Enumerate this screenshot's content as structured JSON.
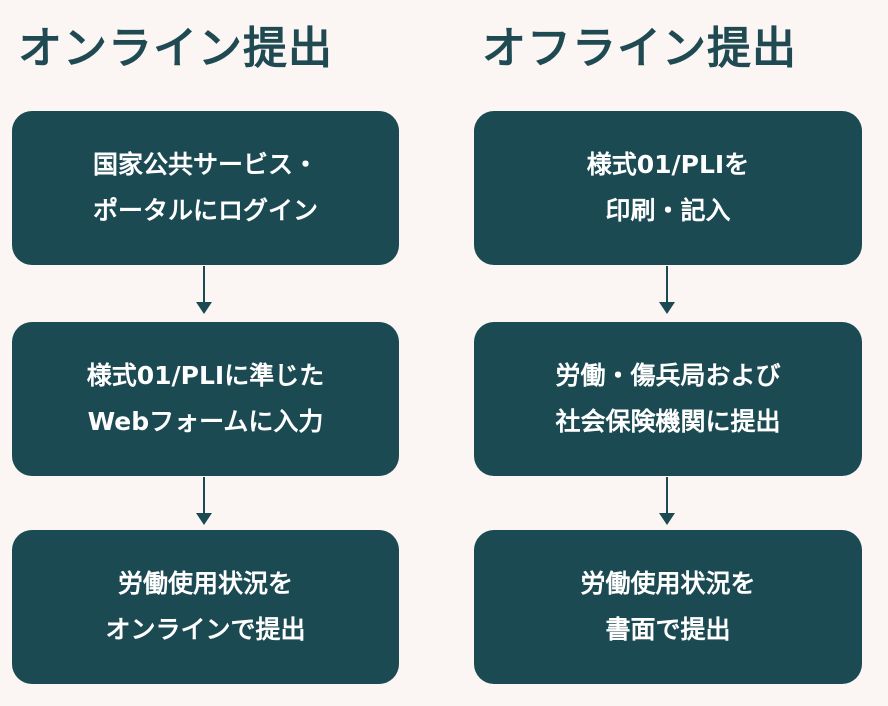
{
  "online": {
    "title": "オンライン提出",
    "steps": [
      {
        "line1": "国家公共サービス・",
        "line2": "ポータルにログイン"
      },
      {
        "line1": "様式01/PLIに準じた",
        "line2": "Webフォームに入力"
      },
      {
        "line1": "労働使用状況を",
        "line2": "オンラインで提出"
      }
    ]
  },
  "offline": {
    "title": "オフライン提出",
    "steps": [
      {
        "line1": "様式01/PLIを",
        "line2": "印刷・記入"
      },
      {
        "line1": "労働・傷兵局および",
        "line2": "社会保険機関に提出"
      },
      {
        "line1": "労働使用状況を",
        "line2": "書面で提出"
      }
    ]
  },
  "colors": {
    "background": "#fbf6f3",
    "box": "#1b4a52",
    "title": "#1f4a52",
    "box_text": "#ffffff"
  }
}
